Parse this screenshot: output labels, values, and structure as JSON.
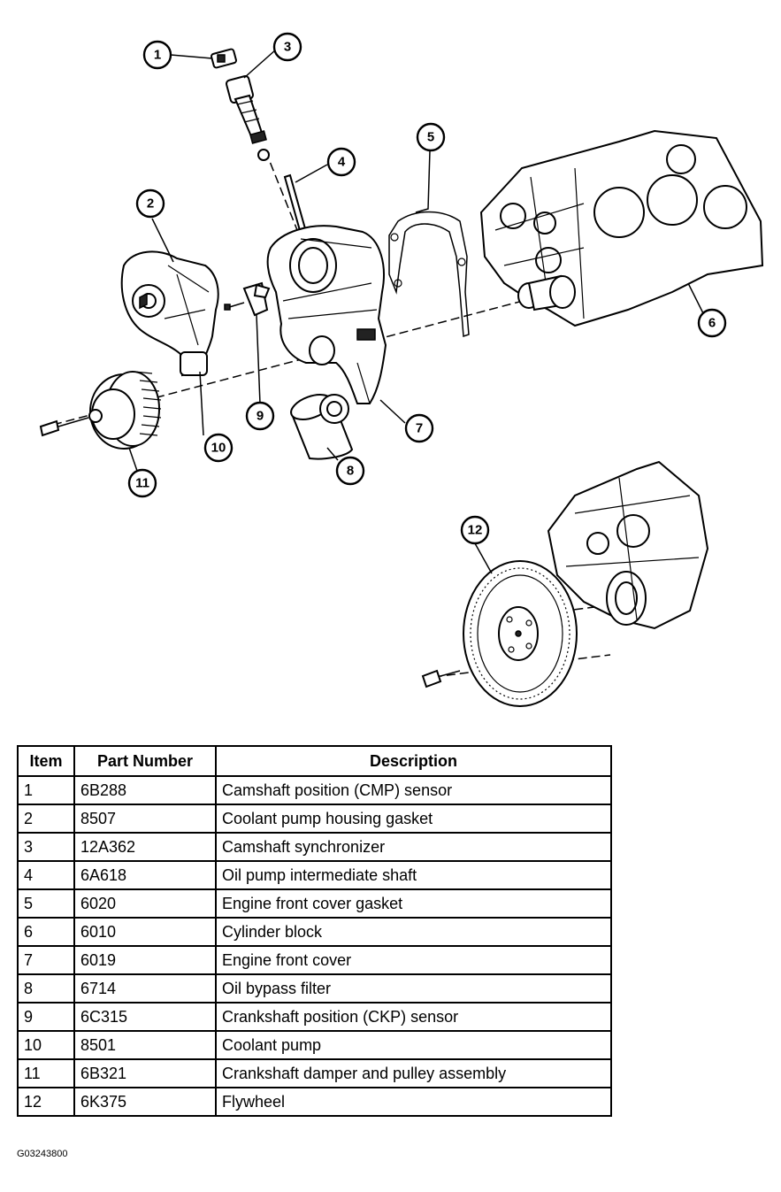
{
  "callouts": [
    "1",
    "2",
    "3",
    "4",
    "5",
    "6",
    "7",
    "8",
    "9",
    "10",
    "11",
    "12"
  ],
  "table": {
    "headers": [
      "Item",
      "Part Number",
      "Description"
    ],
    "rows": [
      {
        "item": "1",
        "part_number": "6B288",
        "description": "Camshaft position (CMP) sensor"
      },
      {
        "item": "2",
        "part_number": "8507",
        "description": "Coolant pump housing gasket"
      },
      {
        "item": "3",
        "part_number": "12A362",
        "description": "Camshaft synchronizer"
      },
      {
        "item": "4",
        "part_number": "6A618",
        "description": "Oil pump intermediate shaft"
      },
      {
        "item": "5",
        "part_number": "6020",
        "description": "Engine front cover gasket"
      },
      {
        "item": "6",
        "part_number": "6010",
        "description": "Cylinder block"
      },
      {
        "item": "7",
        "part_number": "6019",
        "description": "Engine front cover"
      },
      {
        "item": "8",
        "part_number": "6714",
        "description": "Oil bypass filter"
      },
      {
        "item": "9",
        "part_number": "6C315",
        "description": "Crankshaft position (CKP) sensor"
      },
      {
        "item": "10",
        "part_number": "8501",
        "description": "Coolant pump"
      },
      {
        "item": "11",
        "part_number": "6B321",
        "description": "Crankshaft damper and pulley assembly"
      },
      {
        "item": "12",
        "part_number": "6K375",
        "description": "Flywheel"
      }
    ]
  },
  "figure_id": "G03243800"
}
